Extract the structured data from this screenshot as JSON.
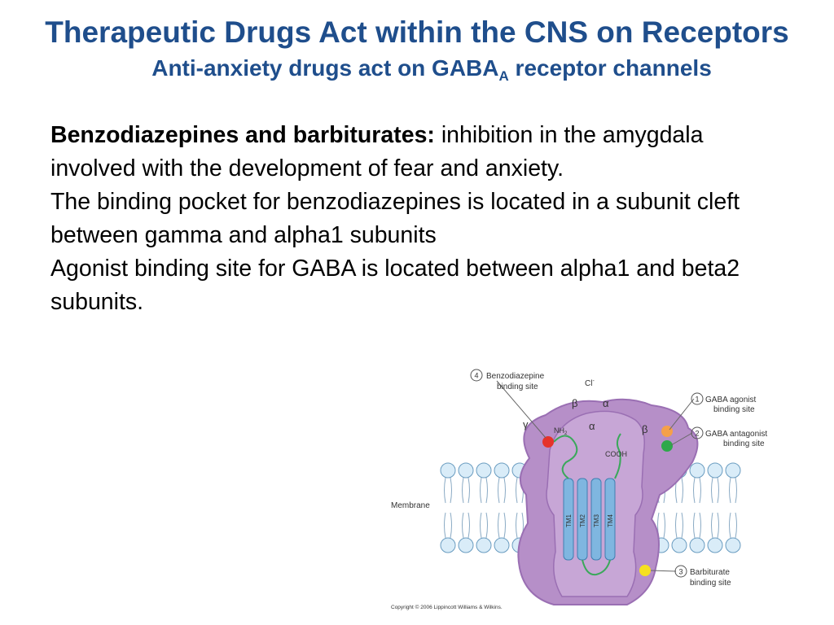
{
  "slide": {
    "title": "Therapeutic Drugs Act within the CNS on Receptors",
    "subtitle_main": "Anti-anxiety drugs act on GABA",
    "subtitle_sub": "A",
    "subtitle_end": " receptor channels",
    "body": {
      "lead_bold": "Benzodiazepines and barbiturates:",
      "lead_rest": " inhibition in the amygdala involved with the development of fear and anxiety.",
      "line2": "The binding pocket for benzodiazepines is located in a subunit cleft between gamma and alpha1 subunits",
      "line3": "Agonist binding site for GABA is located between alpha1 and beta2 subunits."
    }
  },
  "diagram": {
    "labels": {
      "n4": "4",
      "benzo_l1": "Benzodiazepine",
      "benzo_l2": "binding site",
      "cl": "Cl",
      "cl_sup": "-",
      "n1": "1",
      "agonist_l1": "GABA agonist",
      "agonist_l2": "binding site",
      "n2": "2",
      "antagonist_l1": "GABA antagonist",
      "antagonist_l2": "binding site",
      "n3": "3",
      "barb_l1": "Barbiturate",
      "barb_l2": "binding site",
      "membrane": "Membrane",
      "beta_left": "β",
      "alpha_top": "α",
      "gamma": "γ",
      "alpha_mid": "α",
      "beta_right": "β",
      "nh2": "NH",
      "nh2_sub": "2",
      "cooh": "COOH",
      "tm1": "TM1",
      "tm2": "TM2",
      "tm3": "TM3",
      "tm4": "TM4",
      "copyright": "Copyright © 2006 Lippincott Williams & Wilkins."
    },
    "colors": {
      "protein": "#b68fc8",
      "protein_dark": "#9a6fb3",
      "helix": "#7fb6e0",
      "lipid": "#d9ecf8",
      "benzo_site": "#e5332a",
      "agonist_site": "#f5a04a",
      "antagonist_site": "#2ea84a",
      "barb_site": "#f5e020",
      "chain": "#3aa85a"
    }
  }
}
